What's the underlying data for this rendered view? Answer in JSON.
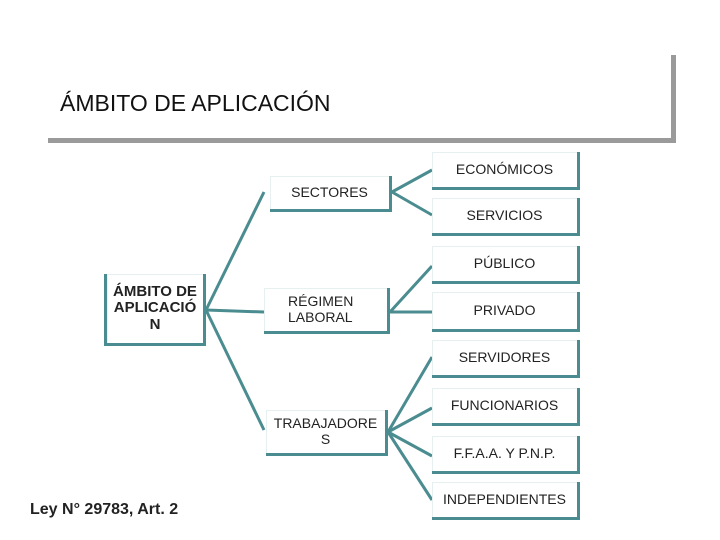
{
  "title": "ÁMBITO DE APLICACIÓN",
  "root": {
    "label": "ÁMBITO DE APLICACIÓN"
  },
  "level1": [
    {
      "id": "sectores",
      "label": "SECTORES"
    },
    {
      "id": "regimen",
      "label": "RÉGIMEN LABORAL"
    },
    {
      "id": "trabajadores",
      "label": "TRABAJADORES"
    }
  ],
  "level2": {
    "sectores": [
      "ECONÓMICOS",
      "SERVICIOS"
    ],
    "regimen": [
      "PÚBLICO",
      "PRIVADO"
    ],
    "trabajadores": [
      "SERVIDORES",
      "FUNCIONARIOS",
      "F.F.A.A. Y P.N.P.",
      "INDEPENDIENTES"
    ]
  },
  "footer": "Ley N° 29783, Art. 2",
  "colors": {
    "connector": "#4a8c8f",
    "frame": "#9a9a9a"
  }
}
